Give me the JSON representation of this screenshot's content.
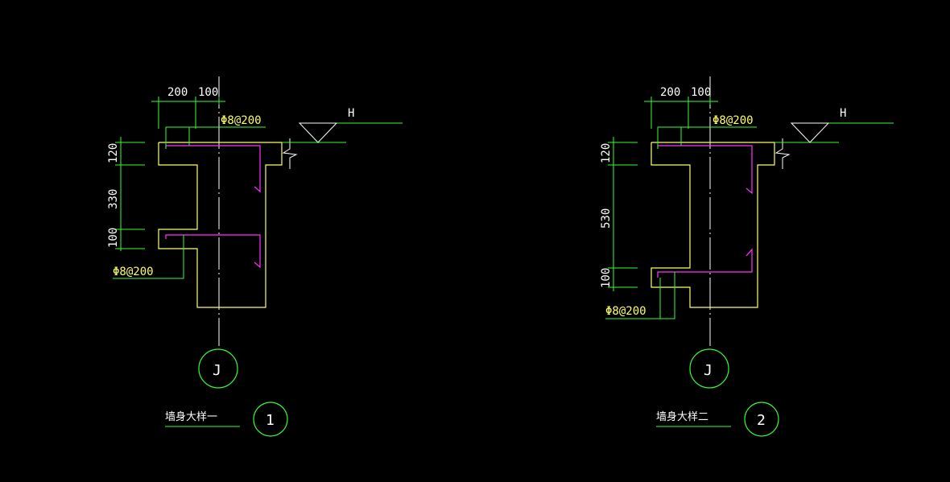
{
  "colors": {
    "background": "#000000",
    "outline": "#ffff66",
    "rebar": "#ff33ff",
    "dimension": "#33ff33",
    "text": "#ffffff",
    "axis": "#ffffff"
  },
  "details": [
    {
      "dims": {
        "top_width_a": "200",
        "top_width_b": "100",
        "h1": "120",
        "h2": "330",
        "h3": "100"
      },
      "rebar_top": "Φ8@200",
      "rebar_bottom": "Φ8@200",
      "level_label": "H",
      "axis_label": "J",
      "title": "墙身大样一",
      "number": "1"
    },
    {
      "dims": {
        "top_width_a": "200",
        "top_width_b": "100",
        "h1": "120",
        "h2": "530",
        "h3": "100"
      },
      "rebar_top": "Φ8@200",
      "rebar_bottom": "Φ8@200",
      "level_label": "H",
      "axis_label": "J",
      "title": "墙身大样二",
      "number": "2"
    }
  ]
}
